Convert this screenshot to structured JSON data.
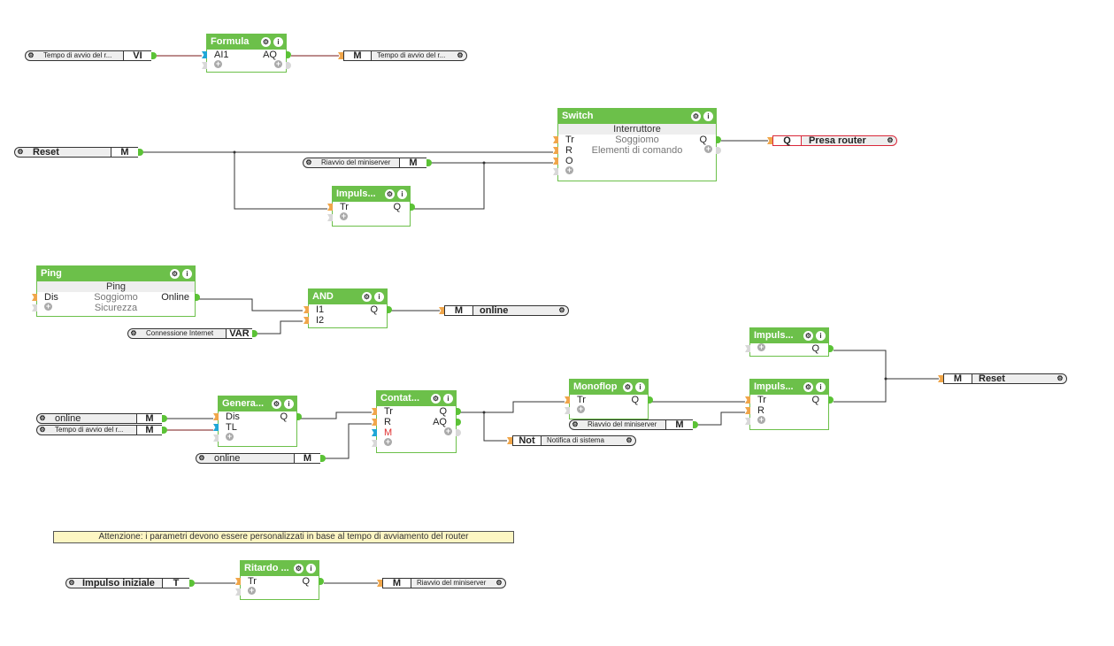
{
  "blocks": {
    "formula": {
      "title": "Formula",
      "inputs": [
        "AI1"
      ],
      "outputs": [
        "AQ"
      ]
    },
    "switch": {
      "title": "Switch",
      "subtitle": "Interruttore",
      "room": "Soggiomo",
      "category": "Elementi di comando",
      "inputs": [
        "Tr",
        "R",
        "O"
      ],
      "outputs": [
        "Q"
      ]
    },
    "impulse1": {
      "title": "Impuls...",
      "inputs": [
        "Tr"
      ],
      "outputs": [
        "Q"
      ]
    },
    "ping": {
      "title": "Ping",
      "subtitle": "Ping",
      "room": "Soggiomo",
      "category": "Sicurezza",
      "inputs": [
        "Dis"
      ],
      "outputs": [
        "Online"
      ]
    },
    "and": {
      "title": "AND",
      "inputs": [
        "I1",
        "I2"
      ],
      "outputs": [
        "Q"
      ]
    },
    "generator": {
      "title": "Genera...",
      "inputs": [
        "Dis",
        "TL"
      ],
      "outputs": [
        "Q"
      ]
    },
    "counter": {
      "title": "Contat...",
      "inputs": [
        "Tr",
        "R",
        "M"
      ],
      "outputs": [
        "Q",
        "AQ"
      ]
    },
    "monoflop": {
      "title": "Monoflop",
      "inputs": [
        "Tr"
      ],
      "outputs": [
        "Q"
      ]
    },
    "impulse2": {
      "title": "Impuls...",
      "inputs": [],
      "outputs": [
        "Q"
      ]
    },
    "impulse3": {
      "title": "Impuls...",
      "inputs": [
        "Tr",
        "R"
      ],
      "outputs": [
        "Q"
      ]
    },
    "delay": {
      "title": "Ritardo ...",
      "inputs": [
        "Tr"
      ],
      "outputs": [
        "Q"
      ]
    }
  },
  "connectors": {
    "startup_time_vi": {
      "name": "Tempo di avvio del r...",
      "tag": "VI"
    },
    "startup_time_m_out": {
      "name": "Tempo di avvio del r...",
      "tag": "M"
    },
    "reset_in": {
      "name": "Reset",
      "tag": "M"
    },
    "miniserver_restart_in": {
      "name": "Riavvio del miniserver",
      "tag": "M"
    },
    "router_socket": {
      "name": "Presa router",
      "tag": "Q"
    },
    "internet_connection": {
      "name": "Connessione Internet",
      "tag": "VAR"
    },
    "online_out": {
      "name": "online",
      "tag": "M"
    },
    "online_in1": {
      "name": "online",
      "tag": "M"
    },
    "startup_time_m_in": {
      "name": "Tempo di avvio del r...",
      "tag": "M"
    },
    "online_in2": {
      "name": "online",
      "tag": "M"
    },
    "miniserver_restart_in2": {
      "name": "Riavvio del miniserver",
      "tag": "M"
    },
    "system_notification": {
      "name": "Notifica di sistema",
      "tag": "Not"
    },
    "reset_out": {
      "name": "Reset",
      "tag": "M"
    },
    "initial_pulse": {
      "name": "Impulso iniziale",
      "tag": "T"
    },
    "miniserver_restart_out": {
      "name": "Riavvio del miniserver",
      "tag": "M"
    }
  },
  "note": "Attenzione: i parametri devono essere personalizzati in base al tempo di avviamento del router",
  "icons": {
    "gear": "⚙",
    "info": "i",
    "plus": "+"
  },
  "colors": {
    "block_green": "#6cc04a",
    "output_pin": "#5bc236",
    "input_pin": "#f0a64a",
    "analog_pin": "#1fa7d6",
    "analog_wire": "#7a1a1a",
    "digital_wire": "#333333",
    "output_highlight": "#d9283a",
    "note_bg": "#fdf6c3"
  }
}
